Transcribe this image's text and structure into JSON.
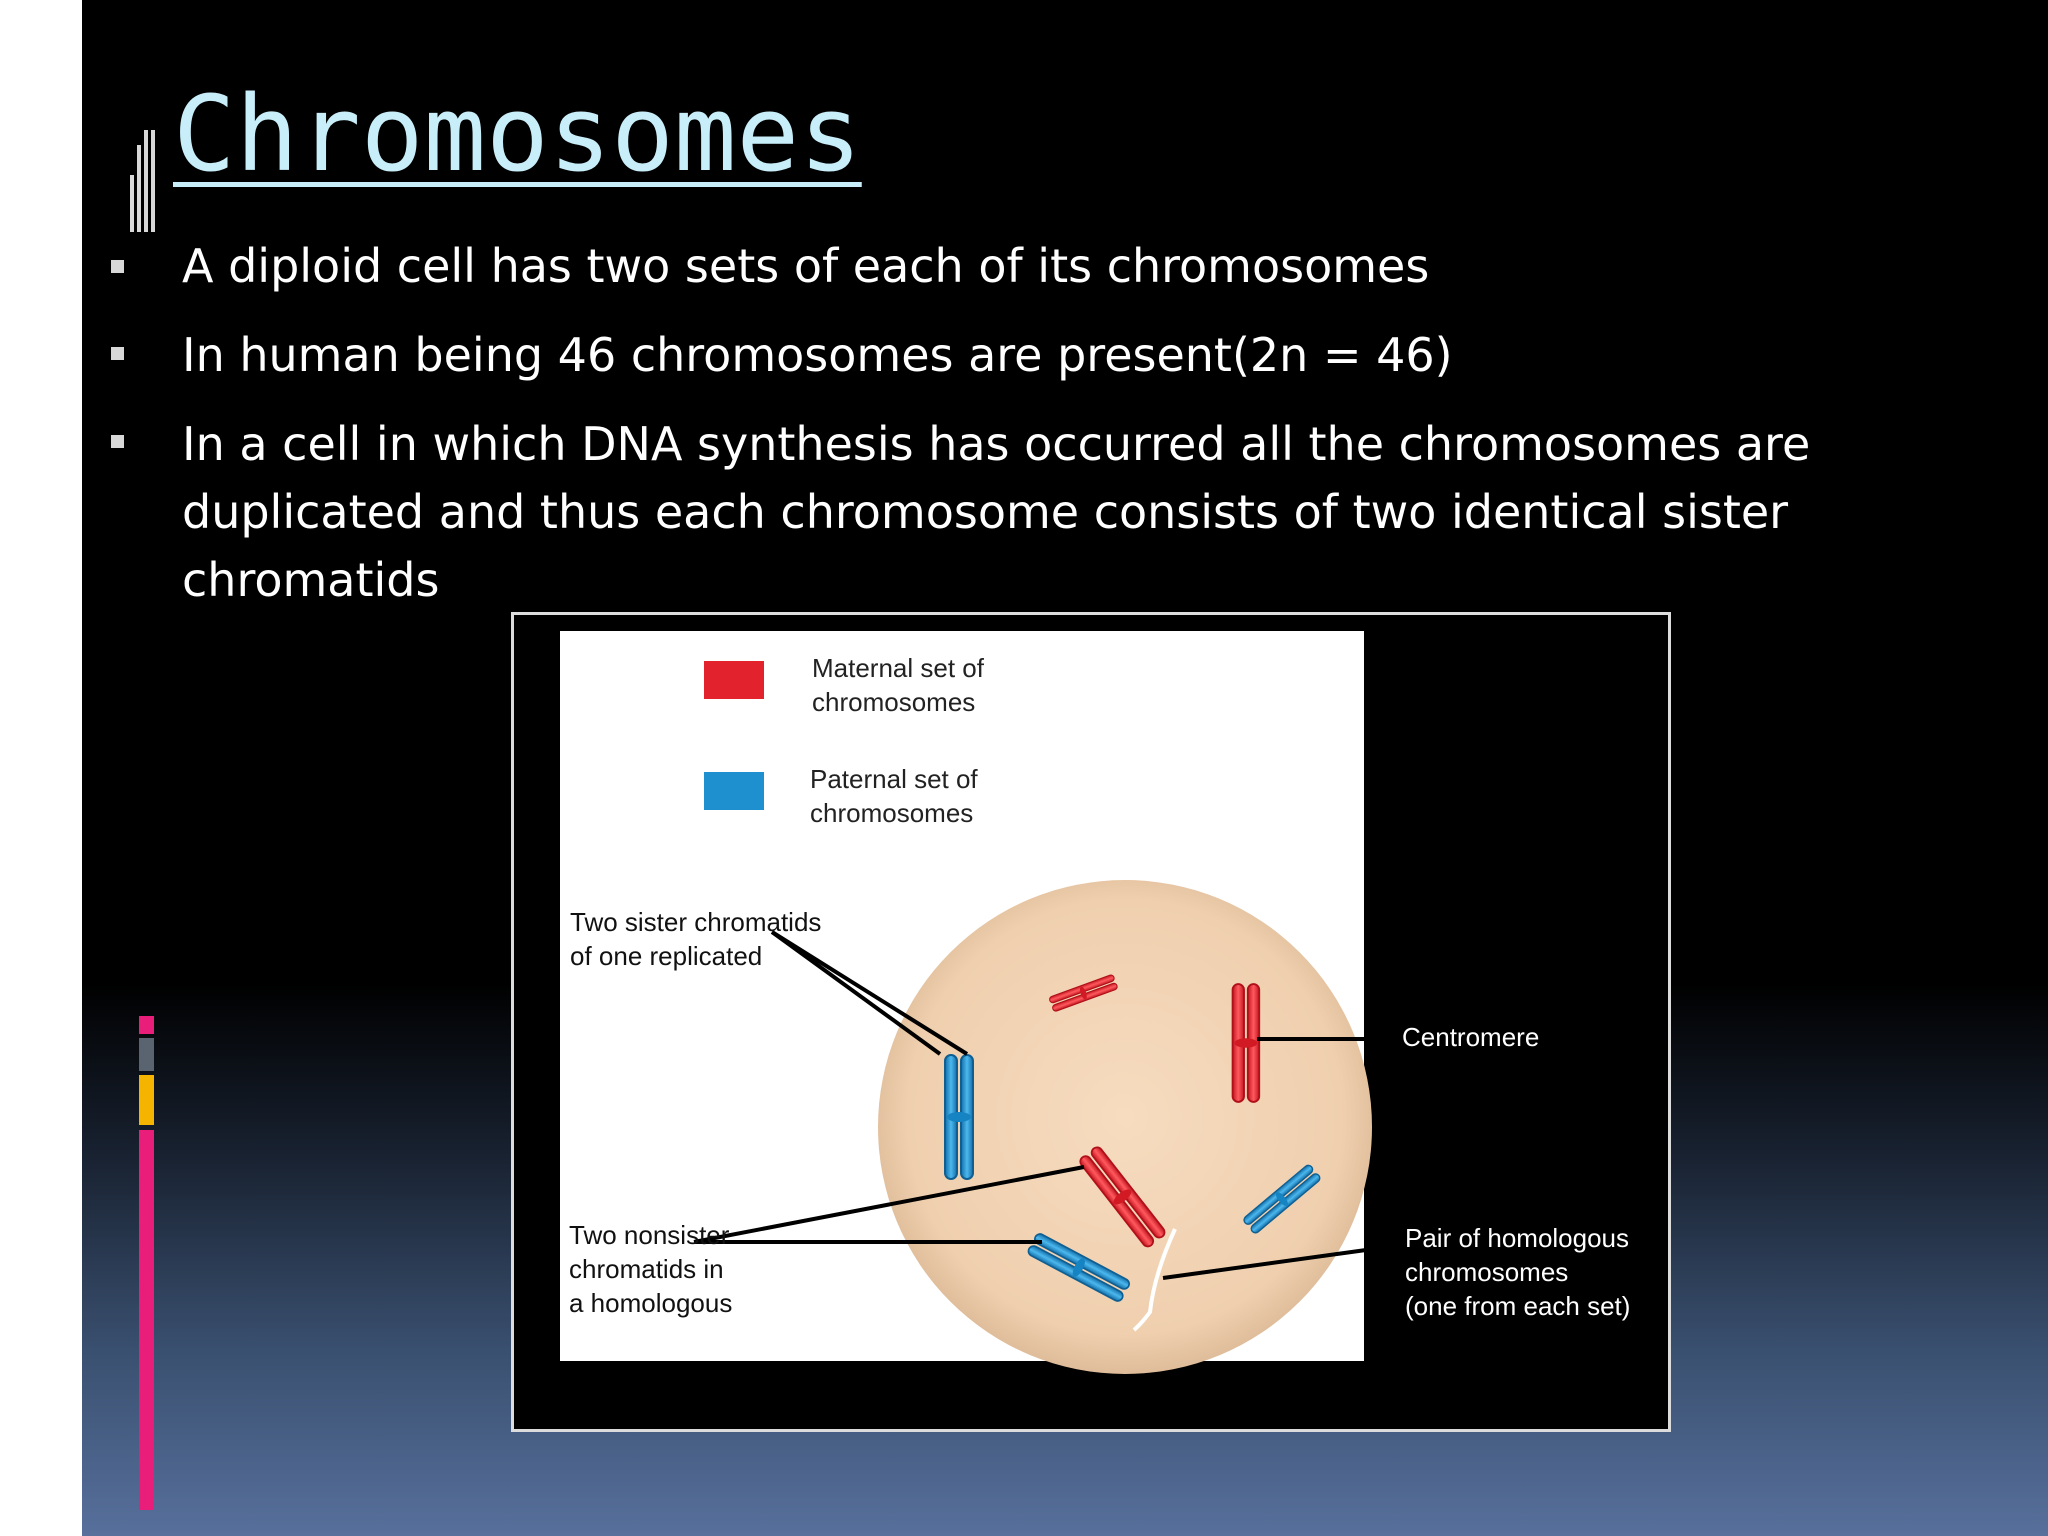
{
  "slide": {
    "title": "Chromosomes",
    "bullets": [
      "A diploid cell has two sets of each of its chromosomes",
      "In human being  46 chromosomes are present(2n = 46)",
      "In a cell in which DNA synthesis has occurred all the chromosomes are duplicated and thus each chromosome consists of two identical sister chromatids"
    ]
  },
  "figure": {
    "legend": {
      "maternal_line1": "Maternal set of",
      "maternal_line2": "chromosomes",
      "paternal_line1": "Paternal set of",
      "paternal_line2": "chromosomes"
    },
    "labels": {
      "sister_line1": "Two sister chromatids",
      "sister_line2": "of one replicated",
      "nonsister_line1": "Two nonsister",
      "nonsister_line2": "chromatids in",
      "nonsister_line3": "a homologous",
      "centromere": "Centromere",
      "pair_line1": "Pair of homologous",
      "pair_line2": "chromosomes",
      "pair_line3": "(one from each set)"
    },
    "colors": {
      "maternal": "#e2232e",
      "paternal": "#1e90d0",
      "cell": "#f2d2b2"
    }
  },
  "theme": {
    "title_color": "#c8eefa",
    "accent_colors": [
      "#e91e7a",
      "#5a6470",
      "#f4b400"
    ]
  }
}
